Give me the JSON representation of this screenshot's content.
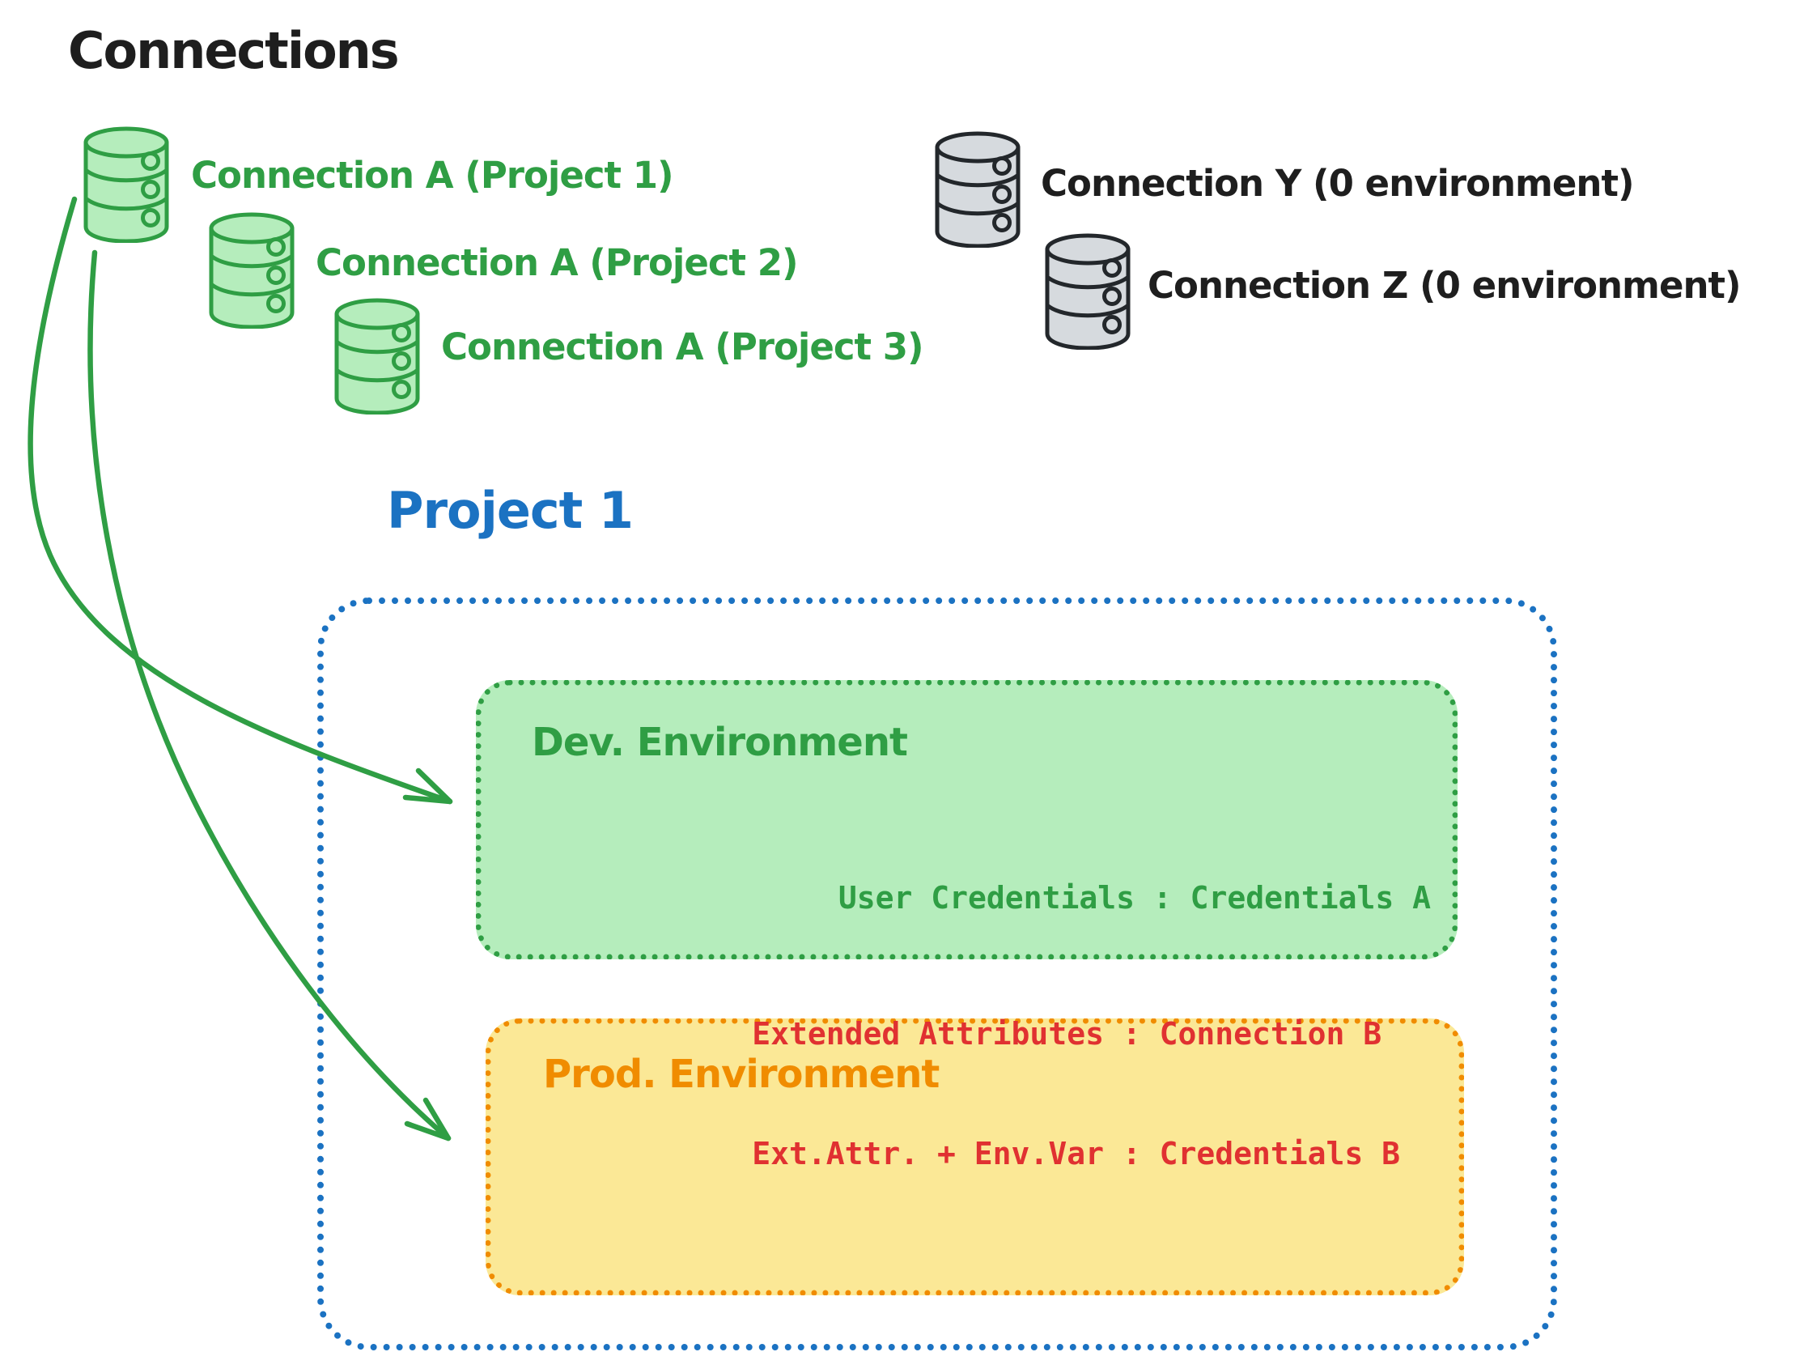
{
  "title": "Connections",
  "connections_green": [
    {
      "label": "Connection A (Project 1)",
      "icon": "database-icon"
    },
    {
      "label": "Connection A (Project 2)",
      "icon": "database-icon"
    },
    {
      "label": "Connection A (Project 3)",
      "icon": "database-icon"
    }
  ],
  "connections_gray": [
    {
      "label": "Connection Y (0 environment)",
      "icon": "database-icon"
    },
    {
      "label": "Connection Z (0 environment)",
      "icon": "database-icon"
    }
  ],
  "project": {
    "title": "Project 1",
    "dev_environment": {
      "title": "Dev. Environment",
      "mapping": "User Credentials : Credentials A"
    },
    "prod_environment": {
      "title": "Prod. Environment",
      "mappings": [
        "Extended Attributes : Connection B",
        "Ext.Attr. + Env.Var : Credentials B"
      ]
    }
  },
  "colors": {
    "green_stroke": "#2f9e44",
    "green_fill": "#b5edbc",
    "orange_stroke": "#f08c00",
    "yellow_fill": "#fbe896",
    "blue_stroke": "#1b72c2",
    "red_text": "#e03131",
    "black_text": "#1e1e1e",
    "gray_fill": "#d6dade"
  }
}
